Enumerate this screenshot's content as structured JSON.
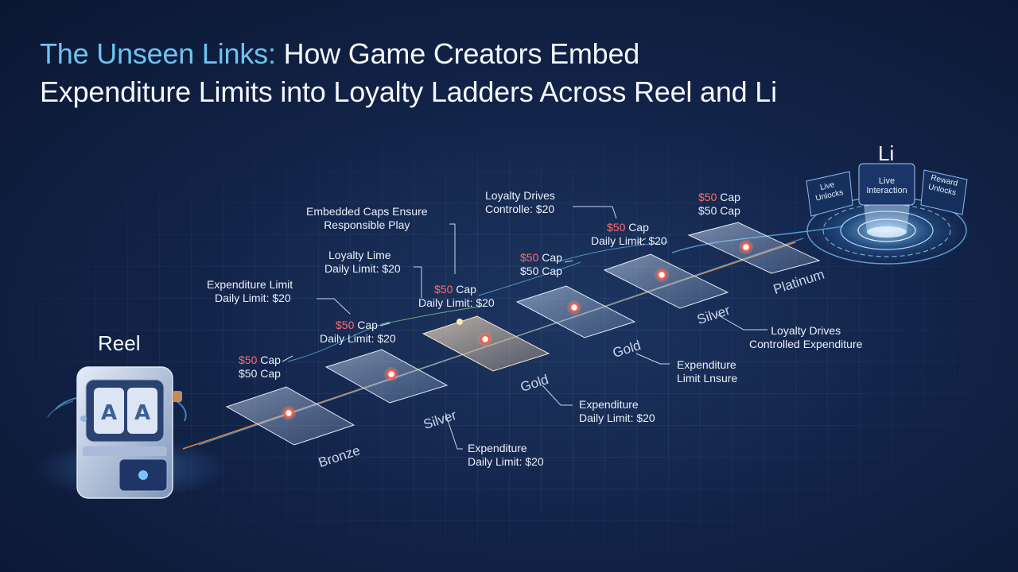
{
  "title": {
    "highlight": "The Unseen Links:",
    "line1_rest": " How Game Creators Embed",
    "line2": "Expenditure Limits into Loyalty Ladders Across Reel and Li"
  },
  "endpoints": {
    "reel": "Reel",
    "li": "Li"
  },
  "hub_panels": {
    "left": [
      "Live",
      "Unlocks"
    ],
    "center": [
      "Live",
      "Interaction"
    ],
    "right": [
      "Reward",
      "Unlocks"
    ]
  },
  "tiers": [
    "Bronze",
    "Silver",
    "Gold",
    "Gold",
    "Silver",
    "Platinum"
  ],
  "labels": {
    "l1": [
      "$50 Cap",
      "$50 Cap"
    ],
    "l2": [
      "Expenditure Limit",
      "Daily Limit: $20"
    ],
    "l3": [
      "$50 Cap",
      "Daily Limit: $20"
    ],
    "l4": [
      "Loyalty Lime",
      "Daily Limit: $20"
    ],
    "l5": [
      "Embedded Caps Ensure",
      "Responsible Play"
    ],
    "l6": [
      "$50 Cap",
      "Daily Limit: $20"
    ],
    "l7": [
      "$50 Cap",
      "$50 Cap"
    ],
    "l8": [
      "Loyalty Drives",
      "Controlle: $20"
    ],
    "l9": [
      "$50 Cap",
      "Daily Limit: $20"
    ],
    "l10": [
      "$50 Cap",
      "$50 Cap"
    ],
    "b1": [
      "Expenditure",
      "Daily Limit: $20"
    ],
    "b2": [
      "Expenditure",
      "Daily Limit: $20"
    ],
    "b3": [
      "Expenditure",
      "Limit Lnsure"
    ],
    "b4": [
      "Loyalty Drives",
      "Controlled Expenditure"
    ]
  },
  "colors": {
    "accent_title": "#6fc3ef",
    "cap_red": "#ff6b6b",
    "line_orange": "#ff9a3c",
    "line_blue": "#5aa9e6",
    "line_green": "#8fdc9a"
  }
}
